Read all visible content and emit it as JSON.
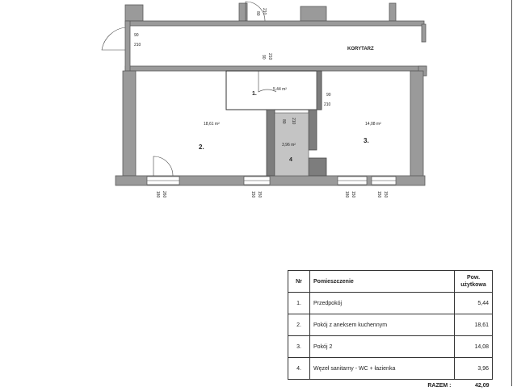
{
  "plan": {
    "corridor_label": "KORYTARZ",
    "rooms": [
      {
        "number": "1.",
        "area": "5,44 m²"
      },
      {
        "number": "2.",
        "area": "18,61 m²"
      },
      {
        "number": "3.",
        "area": "14,08 m²"
      },
      {
        "number": "4",
        "area": "3,96 m²"
      }
    ],
    "dims": {
      "entry_w": "90",
      "entry_h": "210",
      "top_w": "80",
      "top_h": "210",
      "mid_w": "90",
      "mid_h": "210",
      "r3_w": "90",
      "r3_h": "210",
      "wc_w": "80",
      "wc_h": "210",
      "win_a1": "180",
      "win_a2": "260",
      "win_b1": "150",
      "win_b2": "150",
      "win_c1": "180",
      "win_c2": "150",
      "win_d1": "150",
      "win_d2": "150"
    }
  },
  "table": {
    "headers": {
      "nr": "Nr",
      "name": "Pomieszczenie",
      "area": "Pow. użytkowa"
    },
    "rows": [
      {
        "nr": "1.",
        "name": "Przedpokój",
        "area": "5,44"
      },
      {
        "nr": "2.",
        "name": "Pokój z aneksem kuchennym",
        "area": "18,61"
      },
      {
        "nr": "3.",
        "name": "Pokój 2",
        "area": "14,08"
      },
      {
        "nr": "4.",
        "name": "Węzeł sanitarny - WC + łazienka",
        "area": "3,96"
      }
    ],
    "total_label": "RAZEM :",
    "total_value": "42,09"
  }
}
